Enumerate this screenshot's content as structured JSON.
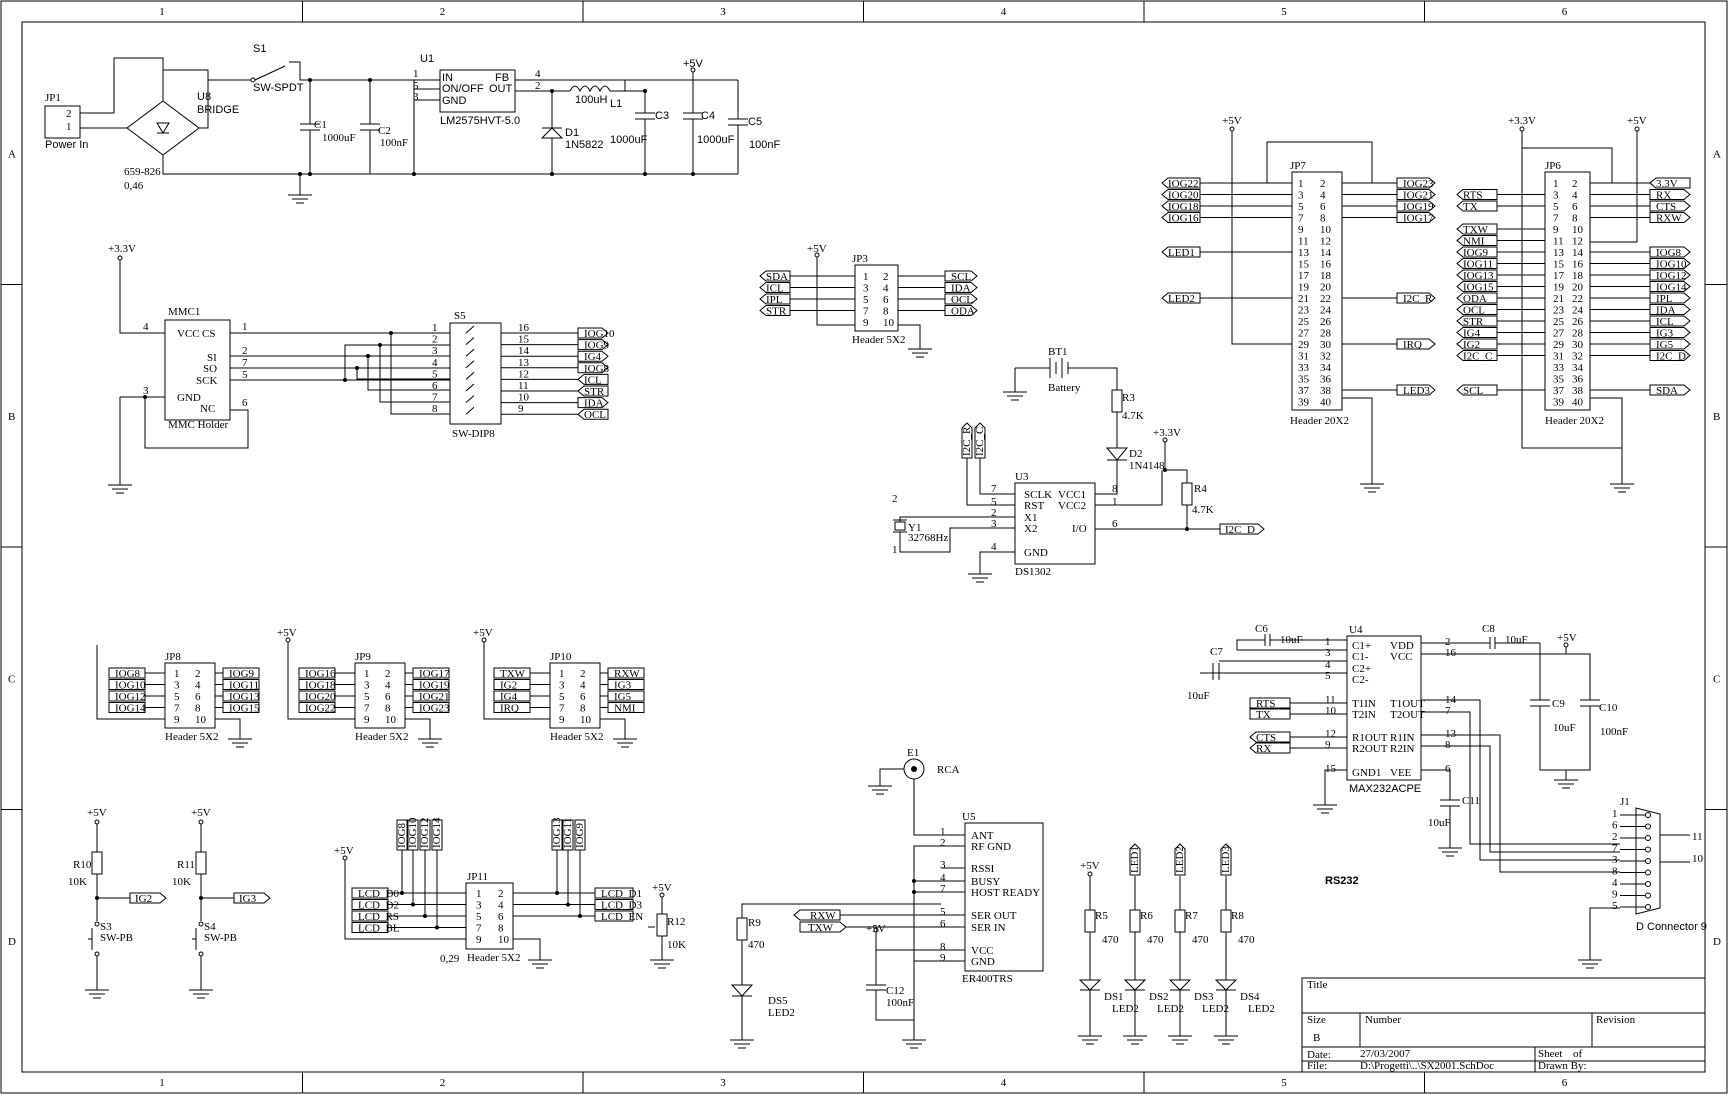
{
  "frame": {
    "columns": [
      "1",
      "2",
      "3",
      "4",
      "5",
      "6"
    ],
    "rows": [
      "A",
      "B",
      "C",
      "D"
    ]
  },
  "title_block": {
    "title_label": "Title",
    "size_label": "Size",
    "size_value": "B",
    "number_label": "Number",
    "revision_label": "Revision",
    "date_label": "Date:",
    "date_value": "27/03/2007",
    "sheet_label": "Sheet",
    "of_label": "of",
    "file_label": "File:",
    "file_value": "D:\\Progetti\\..\\SX2001.SchDoc",
    "drawn_by_label": "Drawn By:"
  },
  "power": {
    "jp1": {
      "ref": "JP1",
      "value": "Power In",
      "pins": [
        "2",
        "1"
      ]
    },
    "s1": {
      "ref": "S1",
      "value": "SW-SPDT"
    },
    "u8": {
      "ref": "U8",
      "value": "BRIDGE",
      "extra1": "659-826",
      "extra2": "0,46"
    },
    "c1": {
      "ref": "C1",
      "value": "1000uF"
    },
    "c2": {
      "ref": "C2",
      "value": "100nF"
    },
    "u1": {
      "ref": "U1",
      "value": "LM2575HVT-5.0",
      "left_pins": [
        "IN",
        "ON/OFF",
        "GND"
      ],
      "right_pins": [
        "FB",
        "OUT"
      ],
      "left_nums": [
        "1",
        "5",
        "3"
      ],
      "right_nums": [
        "4",
        "2"
      ]
    },
    "d1": {
      "ref": "D1",
      "value": "1N5822"
    },
    "l1": {
      "ref": "L1",
      "value": "100uH"
    },
    "c3": {
      "ref": "C3",
      "value": "1000uF"
    },
    "c4": {
      "ref": "C4",
      "value": "1000uF"
    },
    "c5": {
      "ref": "C5",
      "value": "100nF"
    },
    "vcc": "+5V"
  },
  "mmc": {
    "supply": "+3.3V",
    "ref": "MMC1",
    "value": "MMC Holder",
    "pins_left": [
      "VCC",
      "GND"
    ],
    "pins_right": [
      "CS",
      "SI",
      "SO",
      "SCK",
      "NC"
    ],
    "pin_nums": {
      "vcc": "4",
      "gnd": "3",
      "cs": "1",
      "si": "2",
      "so": "7",
      "sck": "5",
      "nc": "6"
    }
  },
  "s5": {
    "ref": "S5",
    "value": "SW-DIP8",
    "left_nums": [
      "1",
      "2",
      "3",
      "4",
      "5",
      "6",
      "7",
      "8"
    ],
    "right_nums": [
      "16",
      "15",
      "14",
      "13",
      "12",
      "11",
      "10",
      "9"
    ],
    "nets": [
      "IOG10",
      "IOG9",
      "IG4",
      "IOG8",
      "ICL",
      "STR",
      "IDA",
      "OCL"
    ]
  },
  "jp3": {
    "ref": "JP3",
    "value": "Header 5X2",
    "supply": "+5V",
    "left_nets": [
      "SDA",
      "ICL",
      "IPL",
      "STR"
    ],
    "right_nets": [
      "SCL",
      "IDA",
      "OCL",
      "ODA"
    ],
    "left_nums": [
      "1",
      "3",
      "5",
      "7",
      "9"
    ],
    "right_nums": [
      "2",
      "4",
      "6",
      "8",
      "10"
    ]
  },
  "jp7": {
    "ref": "JP7",
    "value": "Header 20X2",
    "supply": "+5V",
    "left_nets": [
      "IOG22",
      "IOG20",
      "IOG18",
      "IOG16",
      "LED1",
      "LED2"
    ],
    "right_nets": [
      "IOG23",
      "IOG21",
      "IOG19",
      "IOG17",
      "I2C_R",
      "IRQ",
      "LED3"
    ]
  },
  "jp6": {
    "ref": "JP6",
    "value": "Header 20X2",
    "supply_left": "+3.3V",
    "supply_right": "+5V",
    "left_nets": [
      "RTS",
      "TX",
      "TXW",
      "NMI",
      "IOG9",
      "IOG11",
      "IOG13",
      "IOG15",
      "ODA",
      "OCL",
      "STR",
      "IG4",
      "IG2",
      "I2C_C",
      "SCL"
    ],
    "right_nets": [
      "3.3V",
      "RX",
      "CTS",
      "RXW",
      "IOG8",
      "IOG10",
      "IOG12",
      "IOG14",
      "IPL",
      "IDA",
      "ICL",
      "IG3",
      "IG5",
      "I2C_D",
      "SDA"
    ]
  },
  "rtc": {
    "bt1": {
      "ref": "BT1",
      "value": "Battery"
    },
    "r3": {
      "ref": "R3",
      "value": "4.7K"
    },
    "d2": {
      "ref": "D2",
      "value": "1N4148"
    },
    "r4": {
      "ref": "R4",
      "value": "4.7K"
    },
    "supply": "+3.3V",
    "u3": {
      "ref": "U3",
      "value": "DS1302",
      "left_pins": [
        "SCLK",
        "RST",
        "X1",
        "X2",
        "GND"
      ],
      "right_pins": [
        "VCC1",
        "VCC2",
        "I/O"
      ],
      "left_nums": [
        "7",
        "5",
        "2",
        "3",
        "4"
      ],
      "right_nums": [
        "8",
        "1",
        "6"
      ]
    },
    "y1": {
      "ref": "Y1",
      "value": "32768Hz",
      "pins": [
        "2",
        "1"
      ]
    },
    "nets": [
      "I2C_R",
      "I2C_C",
      "I2C_D"
    ]
  },
  "jp8": {
    "ref": "JP8",
    "value": "Header 5X2",
    "left_nets": [
      "IOG8",
      "IOG10",
      "IOG12",
      "IOG14"
    ],
    "right_nets": [
      "IOG9",
      "IOG11",
      "IOG13",
      "IOG15"
    ]
  },
  "jp9": {
    "ref": "JP9",
    "value": "Header 5X2",
    "supply": "+5V",
    "left_nets": [
      "IOG16",
      "IOG18",
      "IOG20",
      "IOG22"
    ],
    "right_nets": [
      "IOG17",
      "IOG19",
      "IOG21",
      "IOG23"
    ]
  },
  "jp10": {
    "ref": "JP10",
    "value": "Header 5X2",
    "supply": "+5V",
    "left_nets": [
      "TXW",
      "IG2",
      "IG4",
      "IRQ"
    ],
    "right_nets": [
      "RXW",
      "IG3",
      "IG5",
      "NMI"
    ]
  },
  "rs232": {
    "title": "RS232",
    "u4": {
      "ref": "U4",
      "value": "MAX232ACPE",
      "left_pins": [
        "C1+",
        "C1-",
        "C2+",
        "C2-",
        "T1IN",
        "T2IN",
        "R1OUT",
        "R2OUT",
        "GND1"
      ],
      "right_pins": [
        "VDD",
        "VCC",
        "T1OUT",
        "T2OUT",
        "R1IN",
        "R2IN",
        "VEE"
      ],
      "left_nums": [
        "1",
        "3",
        "4",
        "5",
        "11",
        "10",
        "12",
        "9",
        "15"
      ],
      "right_nums": [
        "2",
        "16",
        "14",
        "7",
        "13",
        "8",
        "6"
      ]
    },
    "c6": {
      "ref": "C6",
      "value": "10uF"
    },
    "c7": {
      "ref": "C7",
      "value": "10uF"
    },
    "c8": {
      "ref": "C8",
      "value": "10uF"
    },
    "c9": {
      "ref": "C9",
      "value": "10uF"
    },
    "c10": {
      "ref": "C10",
      "value": "100nF"
    },
    "c11": {
      "ref": "C11",
      "value": "10uF"
    },
    "supply": "+5V",
    "nets": [
      "RTS",
      "TX",
      "CTS",
      "RX"
    ],
    "j1": {
      "ref": "J1",
      "value": "D Connector 9",
      "pins": [
        "1",
        "6",
        "2",
        "7",
        "3",
        "8",
        "4",
        "9",
        "5"
      ],
      "extra": [
        "11",
        "10"
      ]
    }
  },
  "buttons": {
    "r10": {
      "ref": "R10",
      "value": "10K"
    },
    "r11": {
      "ref": "R11",
      "value": "10K"
    },
    "s3": {
      "ref": "S3",
      "value": "SW-PB"
    },
    "s4": {
      "ref": "S4",
      "value": "SW-PB"
    },
    "supply": "+5V",
    "nets": [
      "IG2",
      "IG3"
    ]
  },
  "lcd": {
    "ref": "JP11",
    "value": "Header 5X2",
    "extra": "0,29",
    "supply": "+5V",
    "left_nets": [
      "LCD_D0",
      "LCD_D2",
      "LCD_RS",
      "LCD_BL"
    ],
    "right_nets": [
      "LCD_D1",
      "LCD_D3",
      "LCD_EN"
    ],
    "top_left_nets": [
      "IOG8",
      "IOG10",
      "IOG12",
      "IOG14"
    ],
    "top_right_nets": [
      "IOG13",
      "IOG11",
      "IOG9"
    ],
    "left_nums": [
      "1",
      "3",
      "5",
      "7",
      "9"
    ],
    "right_nums": [
      "2",
      "4",
      "6",
      "8",
      "10"
    ],
    "r12": {
      "ref": "R12",
      "value": "10K"
    },
    "r12_supply": "+5V"
  },
  "radio": {
    "e1": {
      "ref": "E1",
      "value": "RCA"
    },
    "u5": {
      "ref": "U5",
      "value": "ER400TRS",
      "pins": [
        "ANT",
        "RF GND",
        "RSSI",
        "BUSY",
        "HOST READY",
        "SER OUT",
        "SER IN",
        "VCC",
        "GND"
      ],
      "nums": [
        "1",
        "2",
        "3",
        "4",
        "7",
        "5",
        "6",
        "8",
        "9"
      ]
    },
    "r9": {
      "ref": "R9",
      "value": "470"
    },
    "ds5": {
      "ref": "DS5",
      "value": "LED2"
    },
    "c12": {
      "ref": "C12",
      "value": "100nF"
    },
    "supply": "+5V",
    "nets": [
      "RXW",
      "TXW"
    ]
  },
  "leds": {
    "supply": "+5V",
    "nets": [
      "LED1",
      "LED2",
      "LED3"
    ],
    "resistors": [
      {
        "ref": "R5",
        "value": "470"
      },
      {
        "ref": "R6",
        "value": "470"
      },
      {
        "ref": "R7",
        "value": "470"
      },
      {
        "ref": "R8",
        "value": "470"
      }
    ],
    "diodes": [
      {
        "ref": "DS1",
        "value": "LED2"
      },
      {
        "ref": "DS2",
        "value": "LED2"
      },
      {
        "ref": "DS3",
        "value": "LED2"
      },
      {
        "ref": "DS4",
        "value": "LED2"
      }
    ]
  }
}
